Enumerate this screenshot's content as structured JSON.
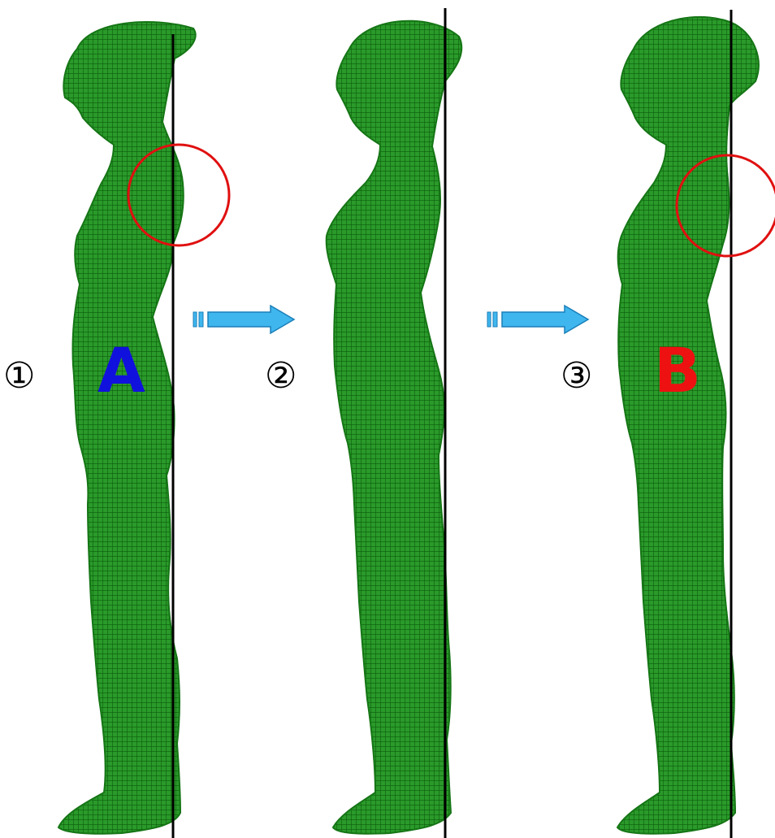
{
  "diagram": {
    "figures": [
      {
        "id": "fig1",
        "step_label": "①",
        "letter": "A",
        "highlight_circle": true
      },
      {
        "id": "fig2",
        "step_label": "②",
        "letter": "",
        "highlight_circle": false
      },
      {
        "id": "fig3",
        "step_label": "③",
        "letter": "B",
        "highlight_circle": true
      }
    ],
    "colors": {
      "mesh_fill": "#1f8a1f",
      "mesh_line": "#0b5c0b",
      "reference_line": "#000000",
      "highlight_circle": "#e01010",
      "arrow_fill": "#3fb6ee",
      "arrow_stroke": "#1b7fb8",
      "letter_a": "#1111dd",
      "letter_b": "#ee1111"
    },
    "arrows": [
      {
        "from": "fig1",
        "to": "fig2"
      },
      {
        "from": "fig2",
        "to": "fig3"
      }
    ]
  }
}
